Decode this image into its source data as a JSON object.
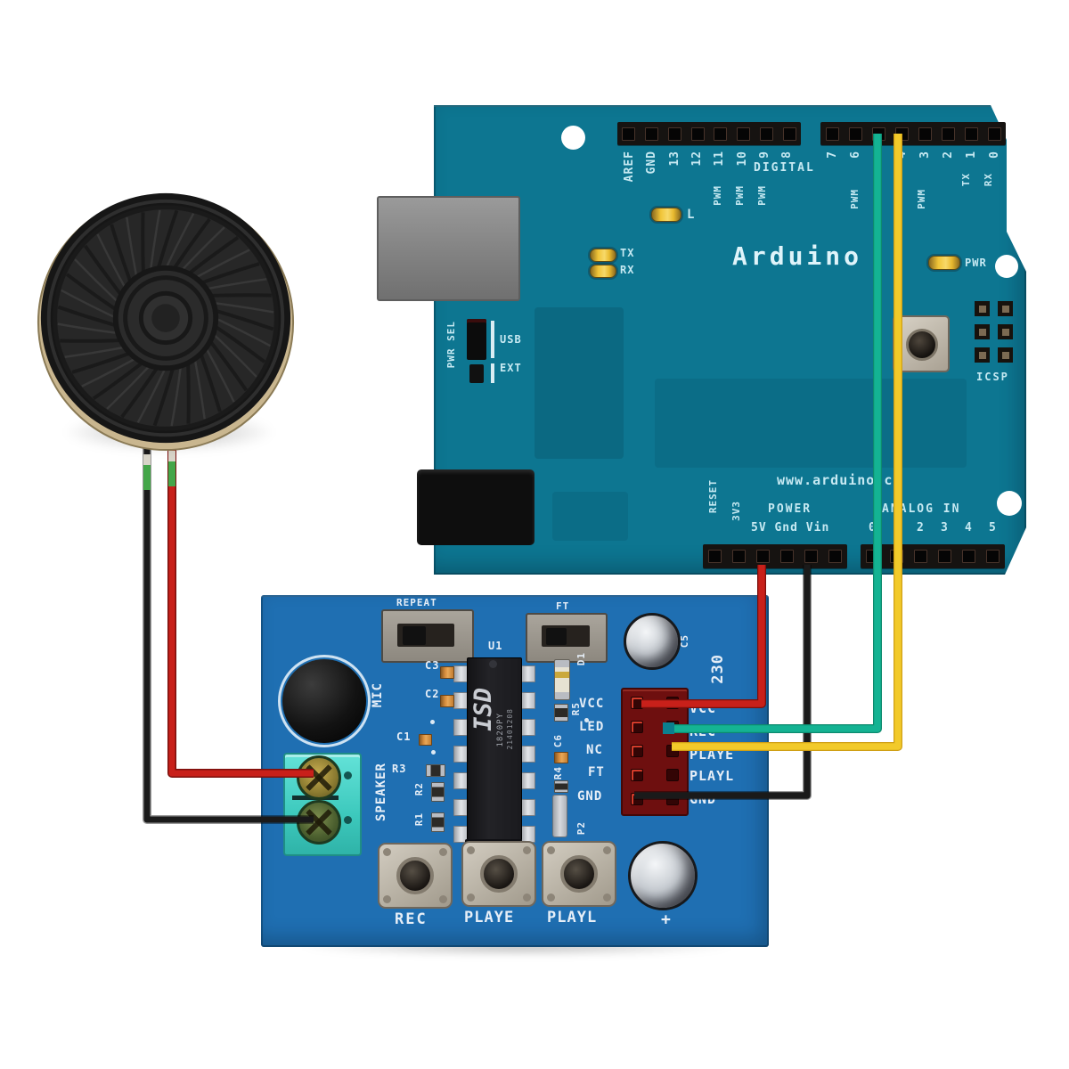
{
  "arduino": {
    "logo": "Arduino",
    "url": "www.arduino.cc",
    "digital": "DIGITAL",
    "pins_left": [
      "AREF",
      "GND",
      "13",
      "12",
      "11",
      "10",
      "9",
      "8"
    ],
    "pins_right": [
      "7",
      "6",
      "5",
      "4",
      "3",
      "2",
      "1",
      "0"
    ],
    "pwm": "PWM",
    "tx": "TX",
    "rx": "RX",
    "led_l": "L",
    "pwr": "PWR",
    "pwr_sel": "PWR SEL",
    "usb": "USB",
    "ext": "EXT",
    "icsp": "ICSP",
    "reset": "RESET",
    "v33": "3V3",
    "power": "POWER",
    "rail": "5V Gnd Vin",
    "analog_in": "ANALOG IN",
    "analog_pins": [
      "0",
      "1",
      "2",
      "3",
      "4",
      "5"
    ]
  },
  "module": {
    "switch_repeat": "REPEAT",
    "switch_ft": "FT",
    "u1": "U1",
    "chip": "ISD",
    "chip_sub1": "1820PY",
    "chip_sub2": "21401208",
    "mic": "MIC",
    "speaker": "SPEAKER",
    "part": "230",
    "c1": "C1",
    "c2": "C2",
    "c3": "C3",
    "c5": "C5",
    "c6": "C6",
    "r1": "R1",
    "r2": "R2",
    "r3": "R3",
    "r4": "R4",
    "r5": "R5",
    "d1": "D1",
    "p2": "P2",
    "plus": "+",
    "header_left": [
      "VCC",
      "LED",
      "NC",
      "FT",
      "GND"
    ],
    "header_right": [
      "VCC",
      "REC",
      "PLAYE",
      "PLAYL",
      "GND"
    ],
    "buttons": [
      "REC",
      "PLAYE",
      "PLAYL"
    ]
  },
  "colors": {
    "arduino_board": "#0d7691",
    "module_board": "#1f6fb2",
    "wire_red": "#c8201a",
    "wire_black": "#161616",
    "wire_teal": "#14b393",
    "wire_yellow": "#f2ca2a",
    "terminal": "#45d4c8",
    "silk_arduino": "#c6e9f2",
    "silk_module": "#e6eef7"
  }
}
